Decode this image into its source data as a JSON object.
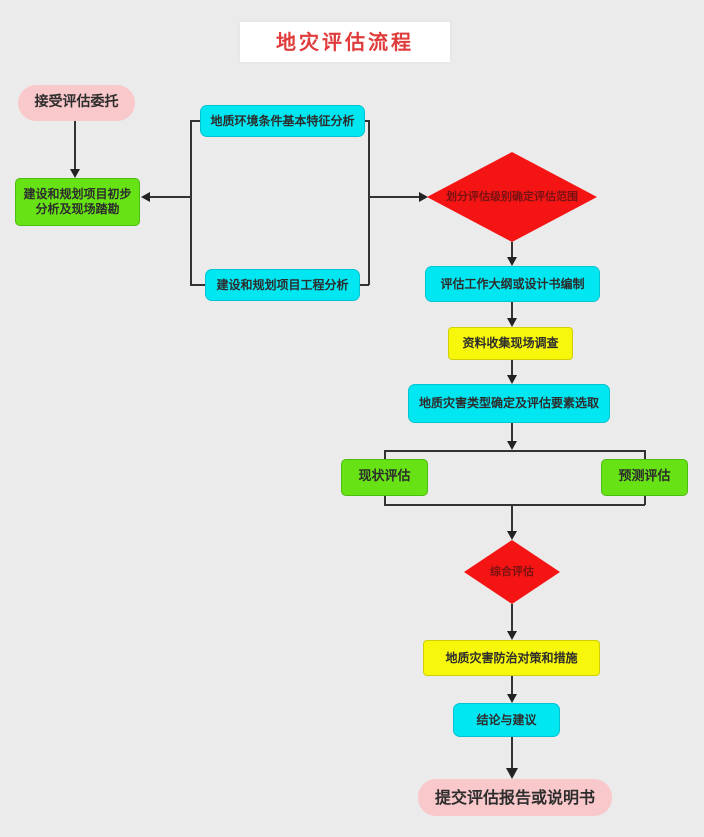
{
  "title": "地灾评估流程",
  "nodes": {
    "start": "接受评估委托",
    "initial_analysis": "建设和规划项目初步分析及现场踏勘",
    "geo_env_analysis": "地质环境条件基本特征分析",
    "project_analysis": "建设和规划项目工程分析",
    "decision_level_scope": "划分评估级别确定评估范围",
    "work_outline": "评估工作大纲或设计书编制",
    "data_survey": "资料收集现场调查",
    "hazard_type_selection": "地质灾害类型确定及评估要素选取",
    "current_assessment": "现状评估",
    "predictive_assessment": "预测评估",
    "comprehensive_assessment": "综合评估",
    "prevention_measures": "地质灾害防治对策和措施",
    "conclusion": "结论与建议",
    "end": "提交评估报告或说明书"
  },
  "colors": {
    "background": "#ebebeb",
    "title_text": "#e03c3c",
    "terminal_pink": "#f9c8cb",
    "process_green": "#67e214",
    "process_cyan": "#00e7f2",
    "process_yellow": "#f7f70c",
    "decision_red": "#f51414",
    "decision_text": "#7a1212",
    "connector": "#333333"
  }
}
